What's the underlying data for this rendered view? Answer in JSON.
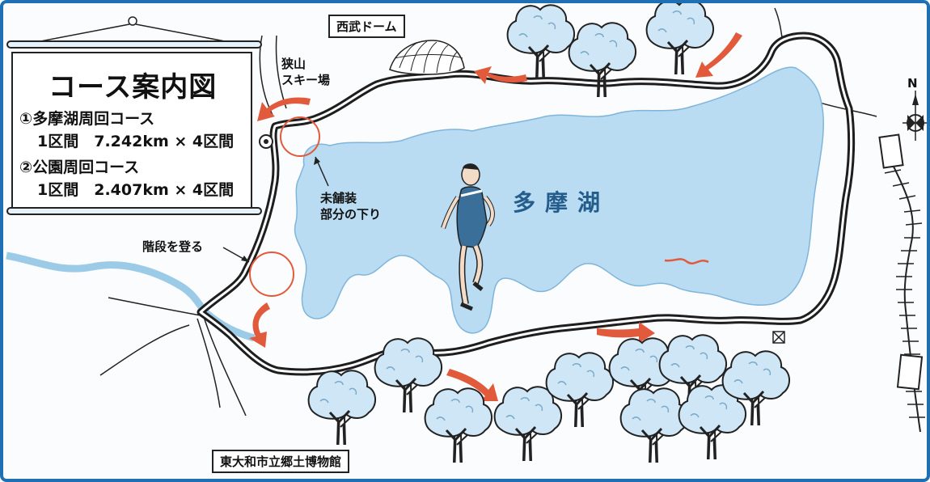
{
  "panel": {
    "title": "コース案内図",
    "course1_name": "①多摩湖周回コース",
    "course1_detail": "1区間　7.242km × 4区間",
    "course2_name": "②公園周回コース",
    "course2_detail": "1区間　2.407km × 4区間"
  },
  "landmarks": {
    "seibu_dome": "西武ドーム",
    "sayama_ski_line1": "狭山",
    "sayama_ski_line2": "スキー場",
    "unpaved_line1": "未舗装",
    "unpaved_line2": "部分の下り",
    "stairs": "階段を登る",
    "museum": "東大和市立郷土博物館",
    "lake": "多摩湖",
    "north": "N"
  },
  "colors": {
    "frame": "#1f6fb5",
    "lake": "#b9dcf2",
    "route": "#1e1e1e",
    "arrow": "#e25a3c",
    "river": "#9ccbe8",
    "tree_fill": "#cfe6f6"
  }
}
